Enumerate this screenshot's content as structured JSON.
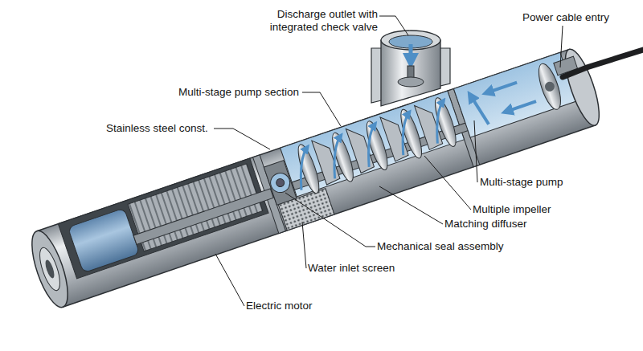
{
  "diagram": {
    "labels": [
      "Discharge outlet with integrated check valve",
      "Power cable entry",
      "Multi-stage pump section",
      "Stainless steel const.",
      "Multi-stage pump",
      "Multiple impeller",
      "Matching diffuser",
      "Mechanical seal assembly",
      "Water inlet screen",
      "Electric motor"
    ]
  }
}
